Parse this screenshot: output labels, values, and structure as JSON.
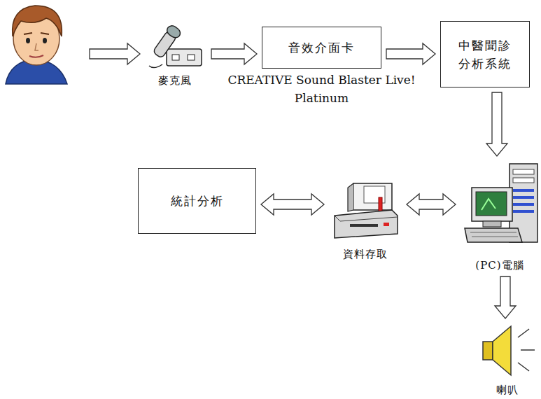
{
  "diagram": {
    "nodes": [
      {
        "text": [
          "麥克風"
        ]
      },
      {
        "text": [
          "音效介面卡",
          "CREATIVE Sound Blaster Live! Platinum"
        ]
      },
      {
        "text": [
          "中醫聞診分析系統"
        ]
      },
      {
        "text": [
          "統計分析"
        ]
      },
      {
        "text": [
          "資料存取"
        ]
      },
      {
        "text": [
          "(PC)電腦"
        ]
      },
      {
        "text": [
          "喇叭"
        ]
      }
    ],
    "edges": [
      {
        "from": 0,
        "to": 1,
        "arrow": "to"
      },
      {
        "from": 1,
        "to": 2,
        "arrow": "to"
      },
      {
        "from": 2,
        "to": 5,
        "arrow": "to"
      },
      {
        "from": 5,
        "to": 4,
        "arrow": "both"
      },
      {
        "from": 4,
        "to": 3,
        "arrow": "both"
      },
      {
        "from": 5,
        "to": 6,
        "arrow": "to"
      }
    ]
  }
}
